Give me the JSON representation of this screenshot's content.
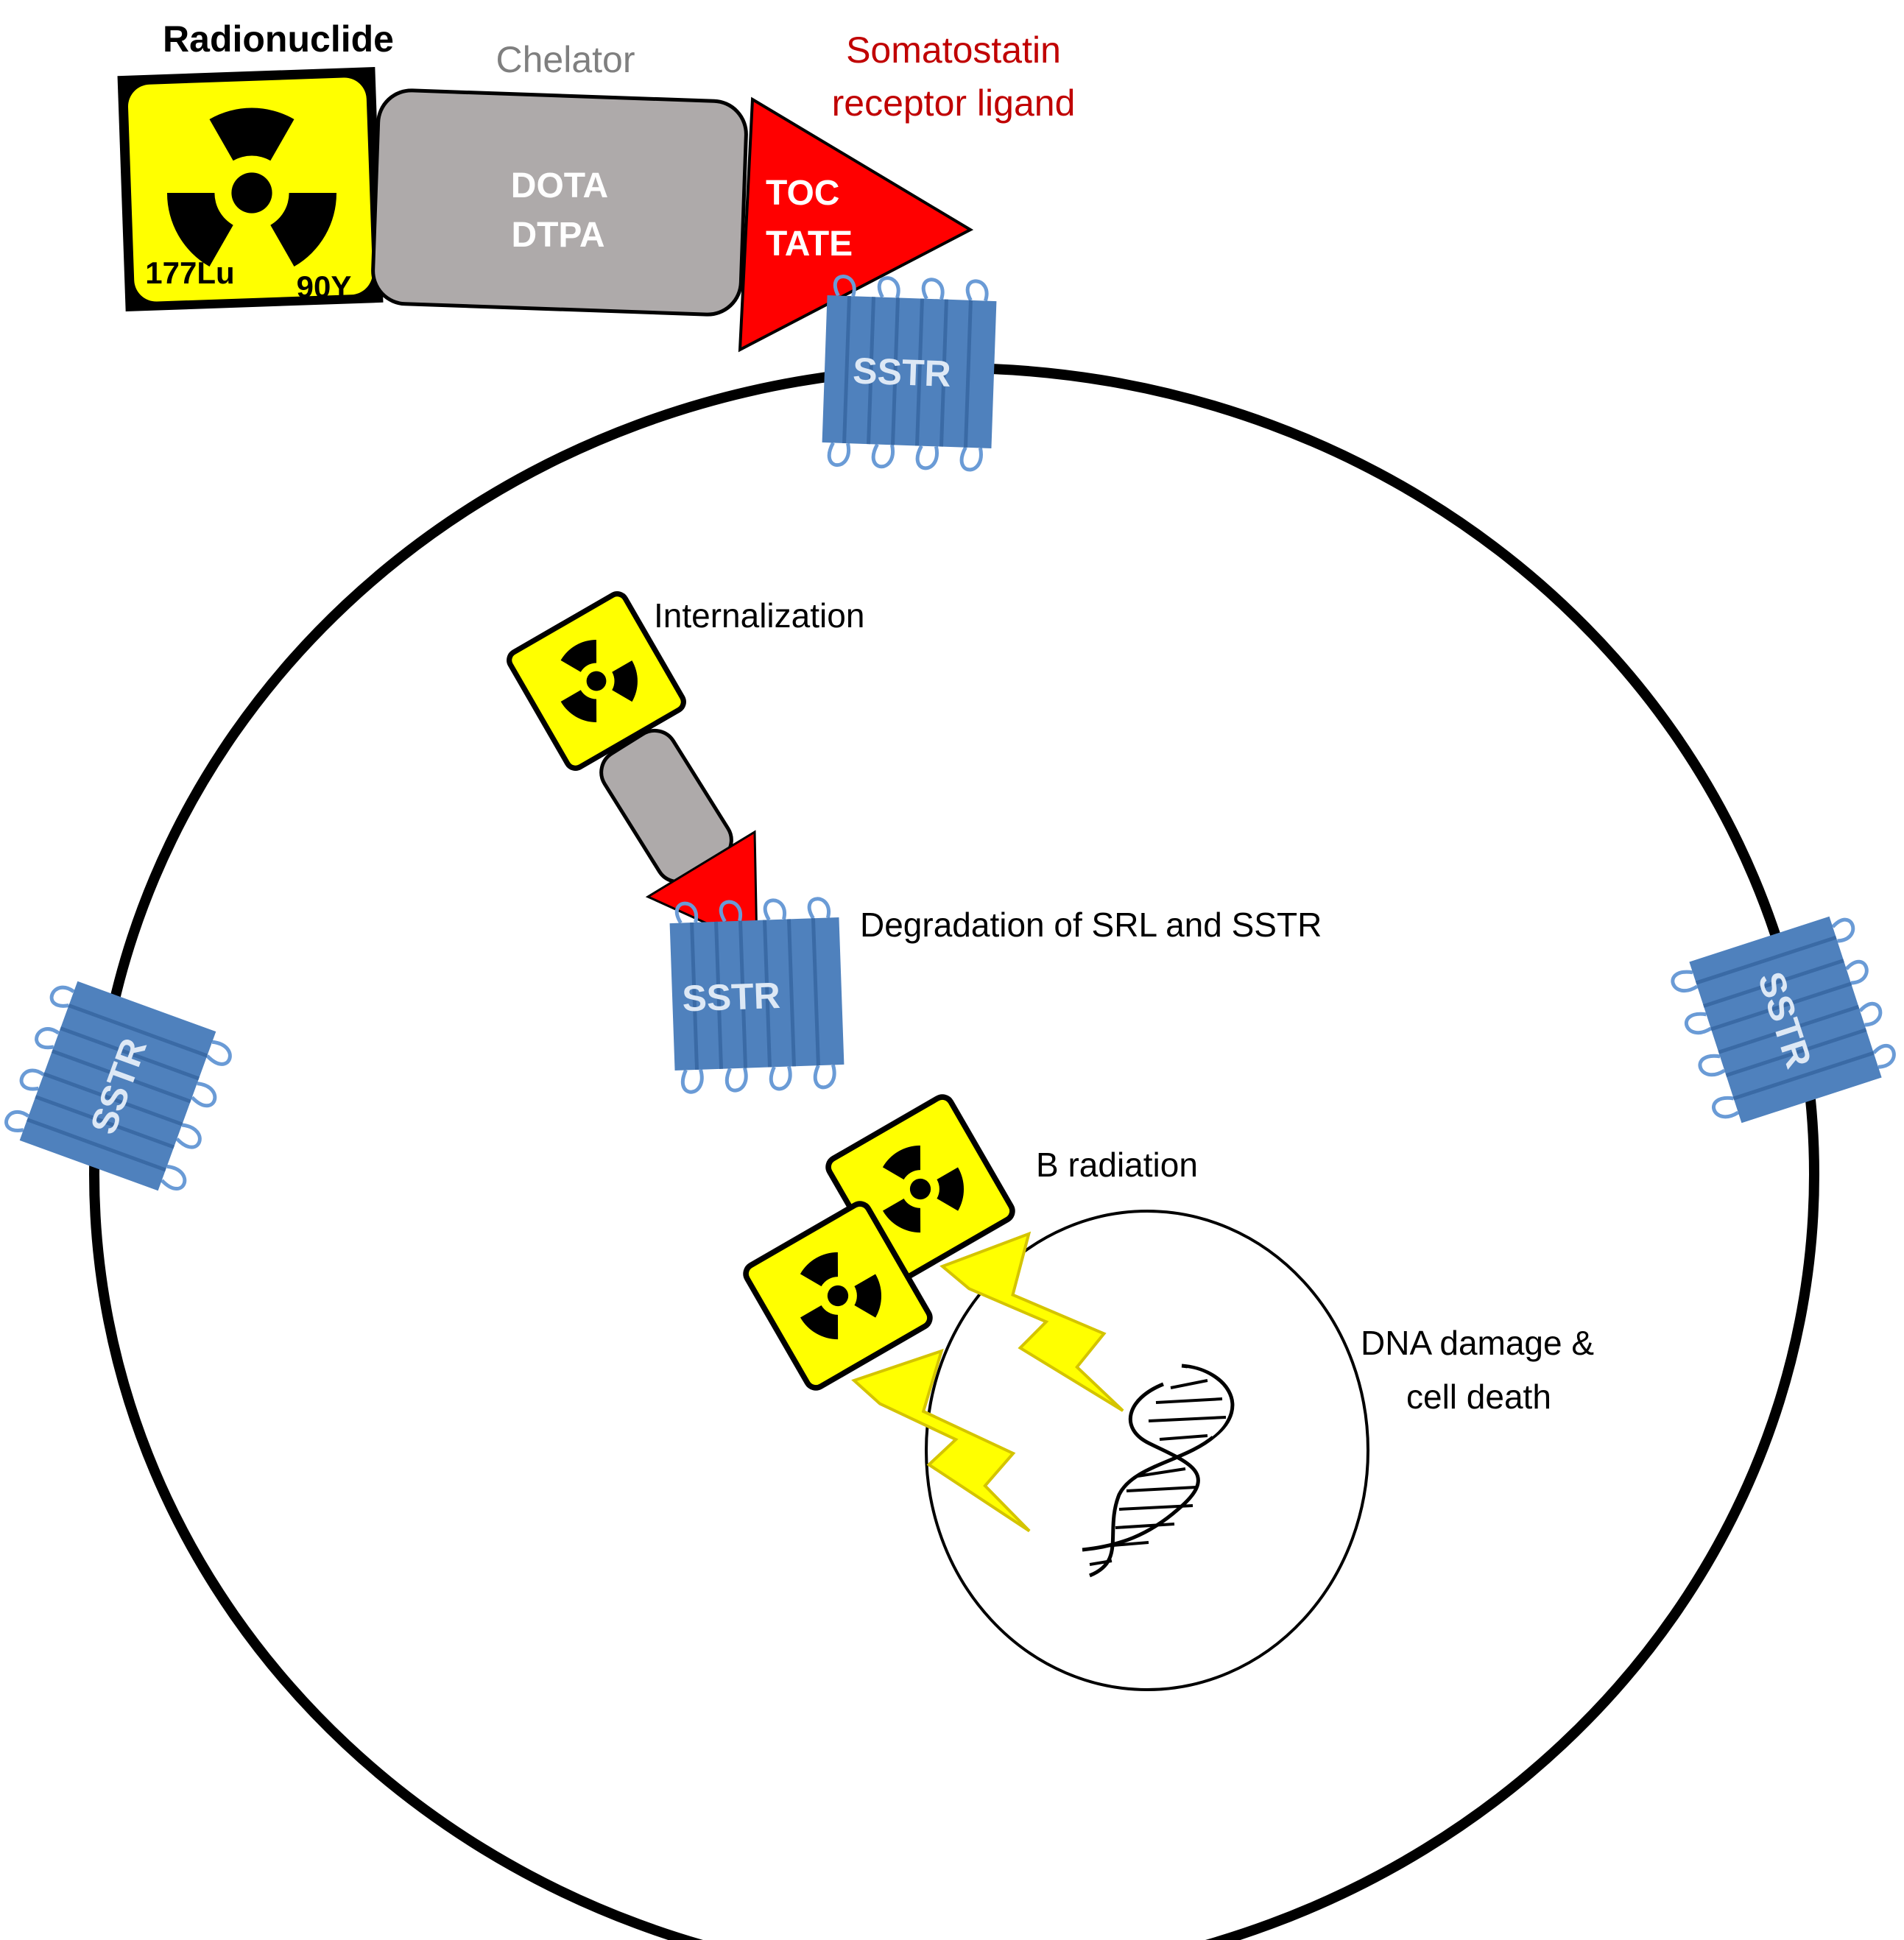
{
  "labels": {
    "radionuclide": "Radionuclide",
    "chelator": "Chelator",
    "ligand_line1": "Somatostatin",
    "ligand_line2": "receptor ligand",
    "isotope_lu": "177Lu",
    "isotope_y": "90Y",
    "chelator_dota": "DOTA",
    "chelator_dtpa": "DTPA",
    "ligand_toc": "TOC",
    "ligand_tate": "TATE",
    "receptor": "SSTR",
    "internalization": "Internalization",
    "degradation": "Degradation of SRL and SSTR",
    "radiation": "B radiation",
    "dna_line1": "DNA damage &",
    "dna_line2": "cell death"
  },
  "colors": {
    "radionuclide_fill": "#ffff00",
    "chelator_fill": "#aeaaaa",
    "ligand_fill": "#ff0000",
    "ligand_text": "#c00000",
    "chelator_label": "#7f7f7f",
    "receptor_fill": "#4f81bd",
    "bolt_fill": "#ffff00"
  },
  "icons": [
    "radiation-icon",
    "lightning-bolt-icon",
    "dna-helix-icon"
  ]
}
